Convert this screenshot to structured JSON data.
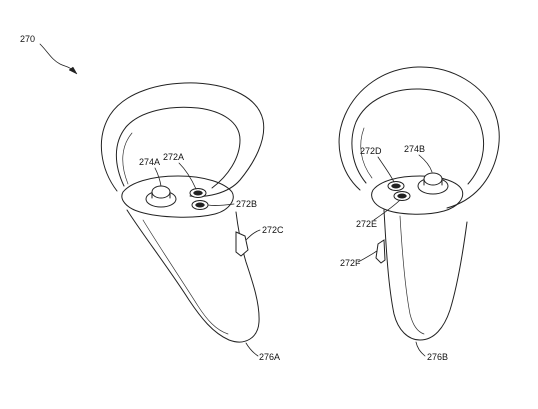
{
  "figure": {
    "reference_number": "270",
    "left_controller": {
      "thumbstick_label": "274A",
      "button_a_label": "272A",
      "button_b_label": "272B",
      "trigger_label": "272C",
      "handle_label": "276A"
    },
    "right_controller": {
      "button_d_label": "272D",
      "thumbstick_label": "274B",
      "button_e_label": "272E",
      "trigger_label": "272F",
      "handle_label": "276B"
    }
  }
}
